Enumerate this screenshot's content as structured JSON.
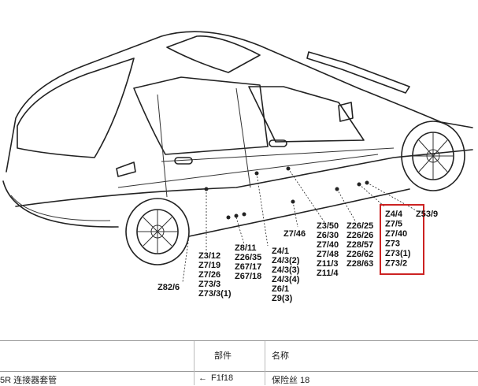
{
  "callouts": [
    {
      "id": "z82",
      "lines": [
        "Z82/6"
      ]
    },
    {
      "id": "z3group",
      "lines": [
        "Z3/12",
        "Z7/19",
        "Z7/26",
        "Z73/3",
        "Z73/3(1)"
      ]
    },
    {
      "id": "z8group",
      "lines": [
        "Z8/11",
        "Z26/35",
        "Z67/17",
        "Z67/18"
      ]
    },
    {
      "id": "z4group",
      "lines": [
        "Z4/1",
        "Z4/3(2)",
        "Z4/3(3)",
        "Z4/3(4)",
        "Z6/1",
        "Z9(3)"
      ]
    },
    {
      "id": "z746",
      "lines": [
        "Z7/46"
      ]
    },
    {
      "id": "z350group",
      "lines": [
        "Z3/50",
        "Z6/30",
        "Z7/40",
        "Z7/48",
        "Z11/3",
        "Z11/4"
      ]
    },
    {
      "id": "z2625group",
      "lines": [
        "Z26/25",
        "Z26/26",
        "Z28/57",
        "Z26/62",
        "Z28/63"
      ]
    },
    {
      "id": "z44group",
      "lines": [
        "Z4/4",
        "Z7/5",
        "Z7/40",
        "Z73",
        "Z73(1)",
        "Z73/2"
      ]
    },
    {
      "id": "z539",
      "lines": [
        "Z53/9"
      ]
    }
  ],
  "highlight_color": "#cc2222",
  "table": {
    "header": {
      "col_part": "部件",
      "col_name": "名称"
    },
    "row": {
      "desc": "5R 连接器套管",
      "arrow": "←",
      "part": "F1f18",
      "name": "保险丝 18"
    }
  }
}
